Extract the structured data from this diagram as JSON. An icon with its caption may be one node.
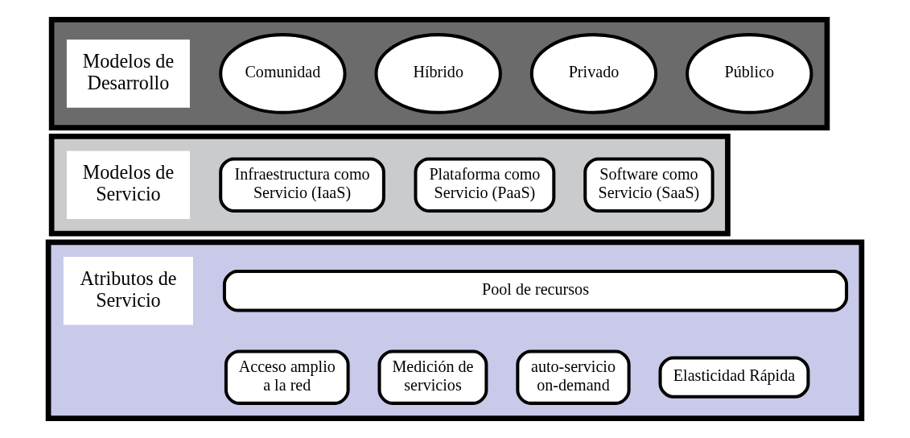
{
  "diagram": {
    "nodes": [
      {
        "text": [],
        "shape": "band"
      },
      {
        "text": [
          "Modelos de Desarrollo"
        ],
        "in": 0
      },
      {
        "text": [
          "Comunidad"
        ],
        "in": 0
      },
      {
        "text": [
          "Híbrido"
        ],
        "in": 0
      },
      {
        "text": [
          "Privado"
        ],
        "in": 0
      },
      {
        "text": [
          "Público"
        ],
        "in": 0
      },
      {
        "text": [],
        "shape": "band"
      },
      {
        "text": [
          "Modelos de Servicio"
        ],
        "in": 6
      },
      {
        "text": [
          "Infraestructura como Servicio (IaaS)"
        ],
        "in": 6
      },
      {
        "text": [
          "Plataforma como Servicio (PaaS)"
        ],
        "in": 6
      },
      {
        "text": [
          "Software como Servicio (SaaS)"
        ],
        "in": 6
      },
      {
        "text": [],
        "shape": "band"
      },
      {
        "text": [
          "Atributos de Servicio"
        ],
        "in": 11
      },
      {
        "text": [
          "Pool de recursos"
        ],
        "in": 11
      },
      {
        "text": [
          "Acceso amplio a la red"
        ],
        "in": 11
      },
      {
        "text": [
          "Medición de servicios"
        ],
        "in": 11
      },
      {
        "text": [
          "auto-servicio on-demand"
        ],
        "in": 11
      },
      {
        "text": [
          "Elasticidad Rápida"
        ],
        "in": 11
      }
    ],
    "edges": []
  }
}
